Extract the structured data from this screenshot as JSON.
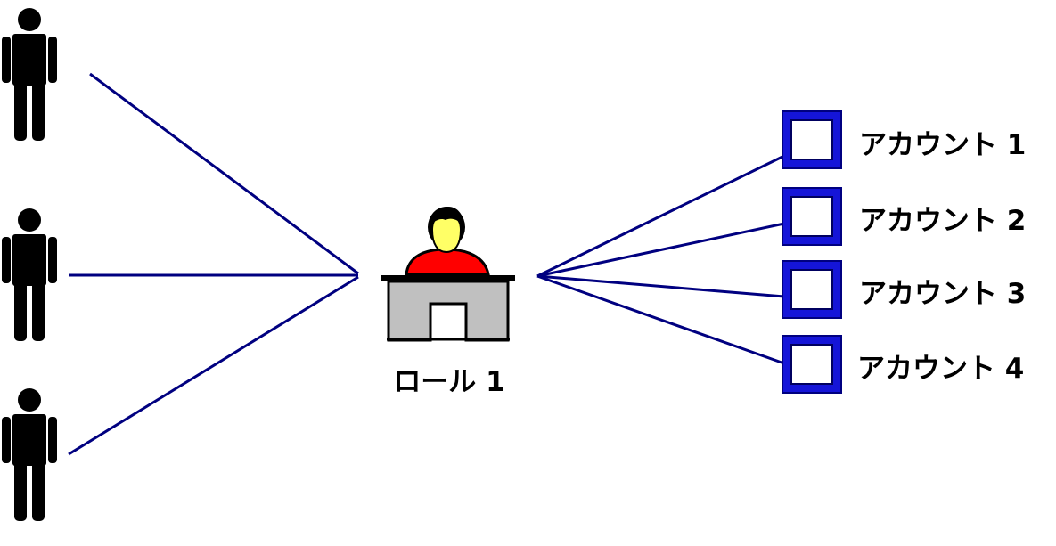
{
  "role": {
    "label": "ロール 1"
  },
  "users": [
    {
      "icon": "person-icon"
    },
    {
      "icon": "person-icon"
    },
    {
      "icon": "person-icon"
    }
  ],
  "accounts": [
    {
      "label": "アカウント 1",
      "icon": "account-box-icon"
    },
    {
      "label": "アカウント 2",
      "icon": "account-box-icon"
    },
    {
      "label": "アカウント 3",
      "icon": "account-box-icon"
    },
    {
      "label": "アカウント 4",
      "icon": "account-box-icon"
    }
  ],
  "colors": {
    "connector": "#000080",
    "person": "#000000",
    "account_box": "#1515d8",
    "desk": "#c0c0c0",
    "role_face": "#ffff66",
    "role_shirt": "#ff0000"
  }
}
